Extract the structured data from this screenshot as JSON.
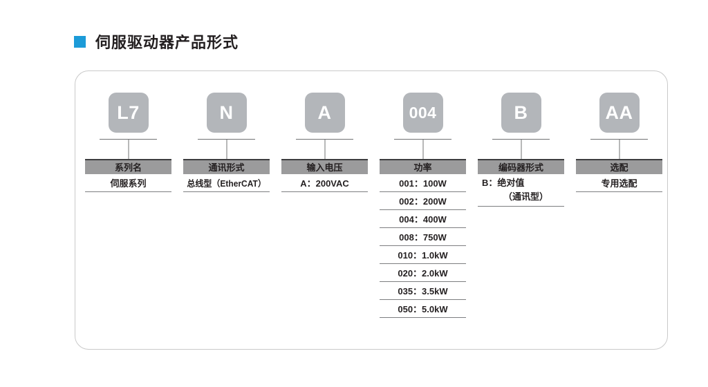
{
  "page": {
    "title": "伺服驱动器产品形式",
    "bullet_color": "#1c9bd8",
    "background": "#ffffff"
  },
  "model_code": {
    "example": "L7NA004BAA",
    "columns": [
      {
        "code": "L7",
        "header": "系列名",
        "values": [
          "伺服系列"
        ]
      },
      {
        "code": "N",
        "header": "通讯形式",
        "values": [
          "总线型（EtherCAT）"
        ]
      },
      {
        "code": "A",
        "header": "输入电压",
        "values": [
          "A：200VAC"
        ]
      },
      {
        "code": "004",
        "header": "功率",
        "values": [
          "001：100W",
          "002：200W",
          "004：400W",
          "008：750W",
          "010：1.0kW",
          "020：2.0kW",
          "035：3.5kW",
          "050：5.0kW"
        ]
      },
      {
        "code": "B",
        "header": "编码器形式",
        "values": [
          "B：绝对值",
          "（通讯型）"
        ]
      },
      {
        "code": "AA",
        "header": "选配",
        "values": [
          "专用选配"
        ]
      }
    ]
  },
  "colors": {
    "chip_fill": "#b3b6ba",
    "chip_text": "#ffffff",
    "header_bar": "#9b9b9c",
    "header_top_rule": "#3d3d3f",
    "row_rule": "#7c7d7f",
    "card_border": "#c9c9c9",
    "text": "#231f20"
  }
}
